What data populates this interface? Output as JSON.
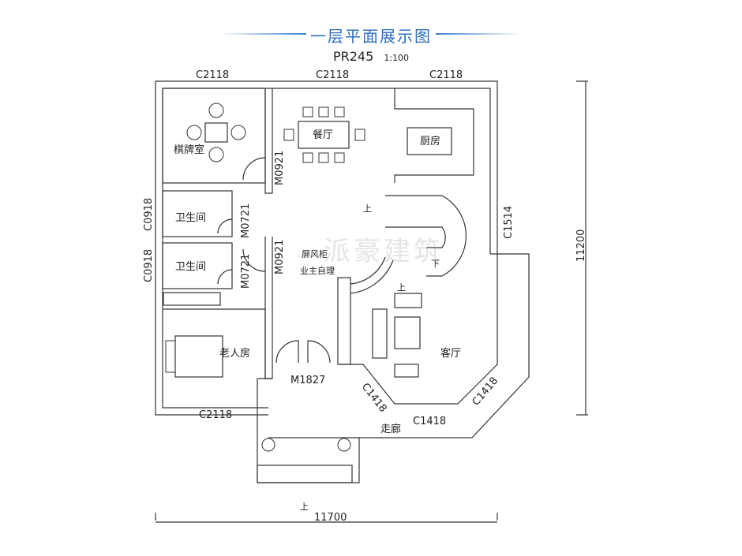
{
  "header": {
    "title": "一层平面展示图",
    "plan_code": "PR245",
    "scale": "1:100",
    "accent_color": "#2f6fc0"
  },
  "rooms": {
    "chess_room": "棋牌室",
    "dining": "餐厅",
    "kitchen": "厨房",
    "bathroom_1": "卫生间",
    "bathroom_2": "卫生间",
    "elder_room": "老人房",
    "living": "客厅",
    "corridor": "走廊",
    "screen_cabinet": "屏风柜",
    "owner_note": "业主自理"
  },
  "windows": {
    "top_left": "C2118",
    "top_mid": "C2118",
    "top_right": "C2118",
    "bottom_left": "C2118",
    "left_upper": "C0918",
    "left_lower": "C0918",
    "right_stair": "C1514",
    "bay_left": "C1418",
    "bay_bottom": "C1418",
    "bay_right": "C1418"
  },
  "doors": {
    "chess_door": "M0921",
    "hall_door": "M0921",
    "bath1_door": "M0721",
    "bath2_door": "M0721",
    "entrance": "M1827"
  },
  "stairs": {
    "up_main": "上",
    "down": "下",
    "up_small": "上",
    "up_entry": "上"
  },
  "dimensions": {
    "width": "11700",
    "depth": "11200"
  },
  "watermark": "派豪建筑"
}
